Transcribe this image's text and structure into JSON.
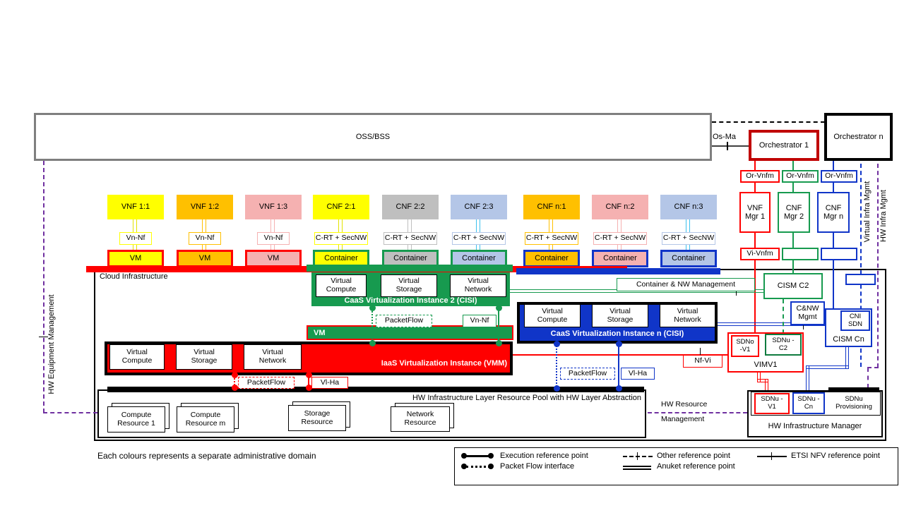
{
  "colors": {
    "red": "#FF0000",
    "dark_red": "#C00000",
    "green": "#179A4F",
    "blue": "#1035C8",
    "yellow": "#FFFF00",
    "orange": "#FFC000",
    "pink": "#F5B1B1",
    "gray": "#BFBFBF",
    "lightblue": "#B4C6E7",
    "cyan": "#3EC1EE",
    "purple": "#7030A0",
    "oss_border": "#7F7F7F"
  },
  "top": {
    "oss": "OSS/BSS",
    "os_ma": "Os-Ma",
    "orchestrator_1": "Orchestrator 1",
    "orchestrator_n": "Orchestrator n",
    "or_vnfm": [
      "Or-Vnfm",
      "Or-Vnfm",
      "Or-Vnfm"
    ],
    "managers": [
      "VNF Mgr 1",
      "CNF Mgr 2",
      "CNF Mgr n"
    ],
    "vi_vnfm": "Vi-Vnfm"
  },
  "columns": [
    {
      "label": "VNF 1:1",
      "ref": "Vn-Nf",
      "unit": "VM"
    },
    {
      "label": "VNF 1:2",
      "ref": "Vn-Nf",
      "unit": "VM"
    },
    {
      "label": "VNF 1:3",
      "ref": "Vn-Nf",
      "unit": "VM"
    },
    {
      "label": "CNF 2:1",
      "ref": "C-RT + SecNW",
      "unit": "Container"
    },
    {
      "label": "CNF 2:2",
      "ref": "C-RT + SecNW",
      "unit": "Container"
    },
    {
      "label": "CNF 2:3",
      "ref": "C-RT + SecNW",
      "unit": "Container"
    },
    {
      "label": "CNF n:1",
      "ref": "C-RT + SecNW",
      "unit": "Container"
    },
    {
      "label": "CNF n:2",
      "ref": "C-RT + SecNW",
      "unit": "Container"
    },
    {
      "label": "CNF n:3",
      "ref": "C-RT + SecNW",
      "unit": "Container"
    }
  ],
  "cloud": {
    "title": "Cloud Infrastructure"
  },
  "caas2": {
    "title": "CaaS Virtualization Instance 2 (CISI)",
    "cells": [
      "Virtual Compute",
      "Virtual Storage",
      "Virtual Network"
    ]
  },
  "vm_bar": "VM",
  "iaas": {
    "title": "IaaS Virtualization Instance (VMM)",
    "cells": [
      "Virtual Compute",
      "Virtual Storage",
      "Virtual Network"
    ]
  },
  "caasn": {
    "title": "CaaS Virtualization Instance n (CISI)",
    "cells": [
      "Virtual Compute",
      "Virtual Storage",
      "Virtual Network"
    ]
  },
  "refpoints": {
    "packetflow": "PacketFlow",
    "vn_nf": "Vn-Nf",
    "vl_ha": "Vl-Ha",
    "nf_vi": "Nf-Vi"
  },
  "mgmt": {
    "container_nw": "Container & NW Management",
    "cism_c2": "CISM C2",
    "c_nw_mgmt": "C&NW Mgmt",
    "cism_cn": "CISM Cn",
    "cni_sdn": "CNI SDN",
    "vimv1": "VIMV1",
    "sdno_v1": "SDNo -V1",
    "sdnu_c2": "SDNu -C2"
  },
  "hw_pool": {
    "title": "HW Infrastructure Layer Resource Pool with HW Layer Abstraction",
    "resources": [
      "Compute Resource 1",
      "Compute Resource m",
      "Storage Resource",
      "Network Resource"
    ]
  },
  "hw_mgr": {
    "title": "HW Infrastructure Manager",
    "sdnu_v1": "SDNu -V1",
    "sdnu_cn": "SDNu -Cn",
    "sdnu_prov": "SDNu Provisioning"
  },
  "side": {
    "hw_equipment": "HW Equipment Management",
    "virtual_infra": "Virtual Infra Mgmt",
    "hw_infra": "HW Infra Mgmt",
    "hw_resource": "HW Resource",
    "hw_resource2": "Management"
  },
  "footer": {
    "note": "Each colours represents a separate administrative domain"
  },
  "legend": {
    "execution": "Execution reference point",
    "packet_flow": "Packet Flow interface",
    "other": "Other reference point",
    "anuket": "Anuket reference point",
    "etsi": "ETSI NFV reference point"
  }
}
